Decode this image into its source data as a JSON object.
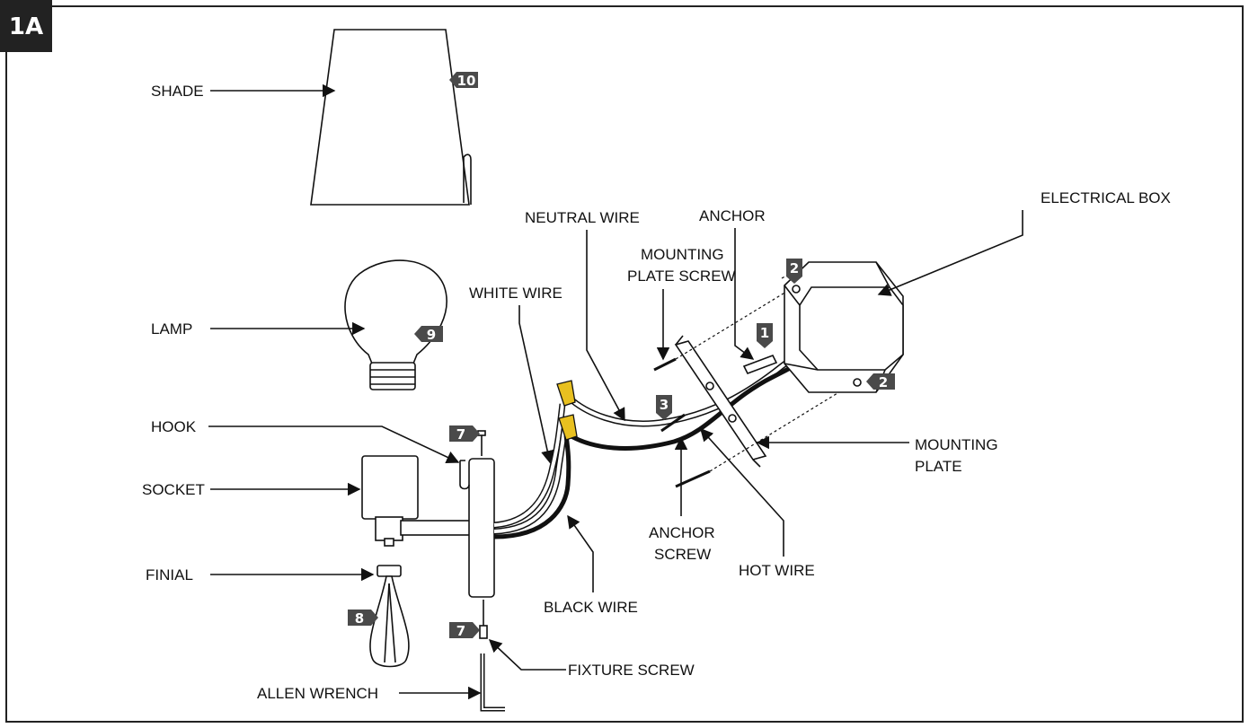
{
  "figure_id": "1A",
  "labels": {
    "shade": "SHADE",
    "lamp": "LAMP",
    "hook": "HOOK",
    "socket": "SOCKET",
    "finial": "FINIAL",
    "allen_wrench": "ALLEN WRENCH",
    "fixture_screw": "FIXTURE SCREW",
    "black_wire": "BLACK WIRE",
    "white_wire": "WHITE WIRE",
    "neutral_wire": "NEUTRAL WIRE",
    "mounting_plate_screw_1": "MOUNTING",
    "mounting_plate_screw_2": "PLATE SCREW",
    "anchor": "ANCHOR",
    "electrical_box": "ELECTRICAL BOX",
    "mounting_plate_1": "MOUNTING",
    "mounting_plate_2": "PLATE",
    "anchor_screw_1": "ANCHOR",
    "anchor_screw_2": "SCREW",
    "hot_wire": "HOT WIRE"
  },
  "steps": {
    "shade": "10",
    "lamp": "9",
    "finial": "8",
    "fixture_screw_top": "7",
    "fixture_screw_bottom": "7",
    "anchor": "1",
    "anchor_screw": "3",
    "box_screw_top": "2",
    "box_screw_bottom": "2"
  },
  "colors": {
    "badge": "#4a4a4a",
    "wire_nut": "#e8c020",
    "hot_wire": "#111111",
    "frame": "#222222"
  }
}
